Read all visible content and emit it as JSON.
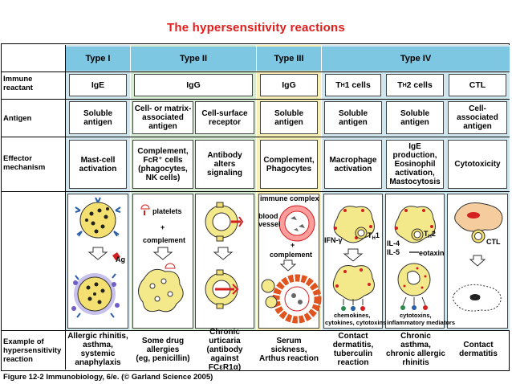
{
  "title": "The hypersensitivity reactions",
  "caption": "Figure 12-2 Immunobiology, 6/e. (© Garland Science 2005)",
  "row_labels": {
    "immune_reactant": "Immune\nreactant",
    "antigen": "Antigen",
    "effector_mechanism": "Effector\nmechanism",
    "example": "Example of\nhypersensitivity\nreaction"
  },
  "types": {
    "type1": "Type I",
    "type2": "Type II",
    "type3": "Type III",
    "type4": "Type IV"
  },
  "reactants": {
    "t1": "IgE",
    "t2": "IgG",
    "t3": "IgG",
    "t4a_main": "T",
    "t4a_sub": "H",
    "t4a_rest": "1 cells",
    "t4b_main": "T",
    "t4b_sub": "H",
    "t4b_rest": "2 cells",
    "t4c": "CTL"
  },
  "antigens": {
    "c1": "Soluble\nantigen",
    "c2": "Cell- or matrix-\nassociated\nantigen",
    "c3": "Cell-surface\nreceptor",
    "c4": "Soluble\nantigen",
    "c5": "Soluble\nantigen",
    "c6": "Soluble\nantigen",
    "c7": "Cell-associated\nantigen"
  },
  "effectors": {
    "c1": "Mast-cell\nactivation",
    "c2": "Complement,\nFcR⁺ cells\n(phagocytes,\nNK cells)",
    "c3": "Antibody\nalters\nsignaling",
    "c4": "Complement,\nPhagocytes",
    "c5": "Macrophage\nactivation",
    "c6": "IgE production,\nEosinophil\nactivation,\nMastocytosis",
    "c7": "Cytotoxicity"
  },
  "illustration_labels": {
    "ag": "Ag",
    "platelets": "platelets",
    "plus1": "+",
    "complement1": "complement",
    "immune_complex": "immune complex",
    "blood_vessel": "blood\nvessel",
    "plus2": "+",
    "complement2": "complement",
    "ifn": "IFN-γ",
    "th1": "T",
    "th1_sub": "H",
    "th1_rest": "1",
    "chemokines": "chemokines,\ncytokines, cytotoxins",
    "th2": "T",
    "th2_sub": "H",
    "th2_rest": "2",
    "il4": "IL-4",
    "il5": "IL-5",
    "eotaxin": "eotaxin",
    "cytokines2": "cytotoxins,\ninflammatory mediators",
    "ctl": "CTL"
  },
  "examples": {
    "c1": "Allergic rhinitis,\nasthma, systemic\nanaphylaxis",
    "c2": "Some drug\nallergies\n(eg, penicillin)",
    "c3": "Chronic urticaria\n(antibody against\nFCεR1α)",
    "c4": "Serum sickness,\nArthus reaction",
    "c5": "Contact dermatitis,\ntuberculin reaction",
    "c6": "Chronic asthma,\nchronic allergic\nrhinitis",
    "c7": "Contact\ndermatitis"
  },
  "colors": {
    "title": "#e31c1c",
    "header": "#7ec7e2",
    "band_type1": "#cfe6ef",
    "band_type2": "#d6ecd2",
    "band_type3": "#f7efb5",
    "band_type4": "#cfe6ef",
    "cell_yellow": "#f4e98a",
    "nucleus": "#f3e070",
    "red": "#d42020"
  }
}
